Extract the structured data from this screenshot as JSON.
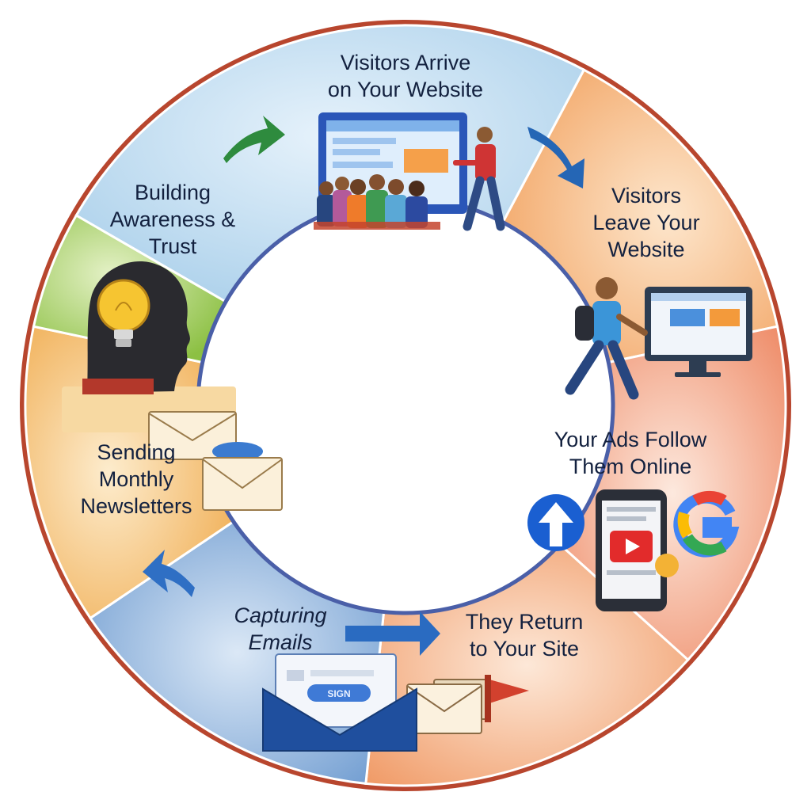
{
  "diagram": {
    "type": "cycle",
    "stages": [
      {
        "id": "arrive",
        "lines": [
          "Visitors Arrive",
          "on Your Website"
        ],
        "color": "#bfdcef"
      },
      {
        "id": "leave",
        "lines": [
          "Visitors",
          "Leave Your",
          "Website"
        ],
        "color": "#f6c08a"
      },
      {
        "id": "ads",
        "lines": [
          "Your Ads Follow",
          "Them Online"
        ],
        "color": "#f4a585"
      },
      {
        "id": "return",
        "lines": [
          "They Return",
          "to Your Site"
        ],
        "color": "#f7b48c"
      },
      {
        "id": "capture",
        "lines": [
          "Capturing",
          "Emails"
        ],
        "color": "#9bbce0"
      },
      {
        "id": "sending",
        "lines": [
          "Sending",
          "Monthly",
          "Newsletters"
        ],
        "color": "#f3c07c"
      },
      {
        "id": "building",
        "lines": [
          "Building",
          "Awareness &",
          "Trust"
        ],
        "color": "#a9cf63"
      }
    ],
    "icons": {
      "email_form_button": "SIGN"
    }
  }
}
